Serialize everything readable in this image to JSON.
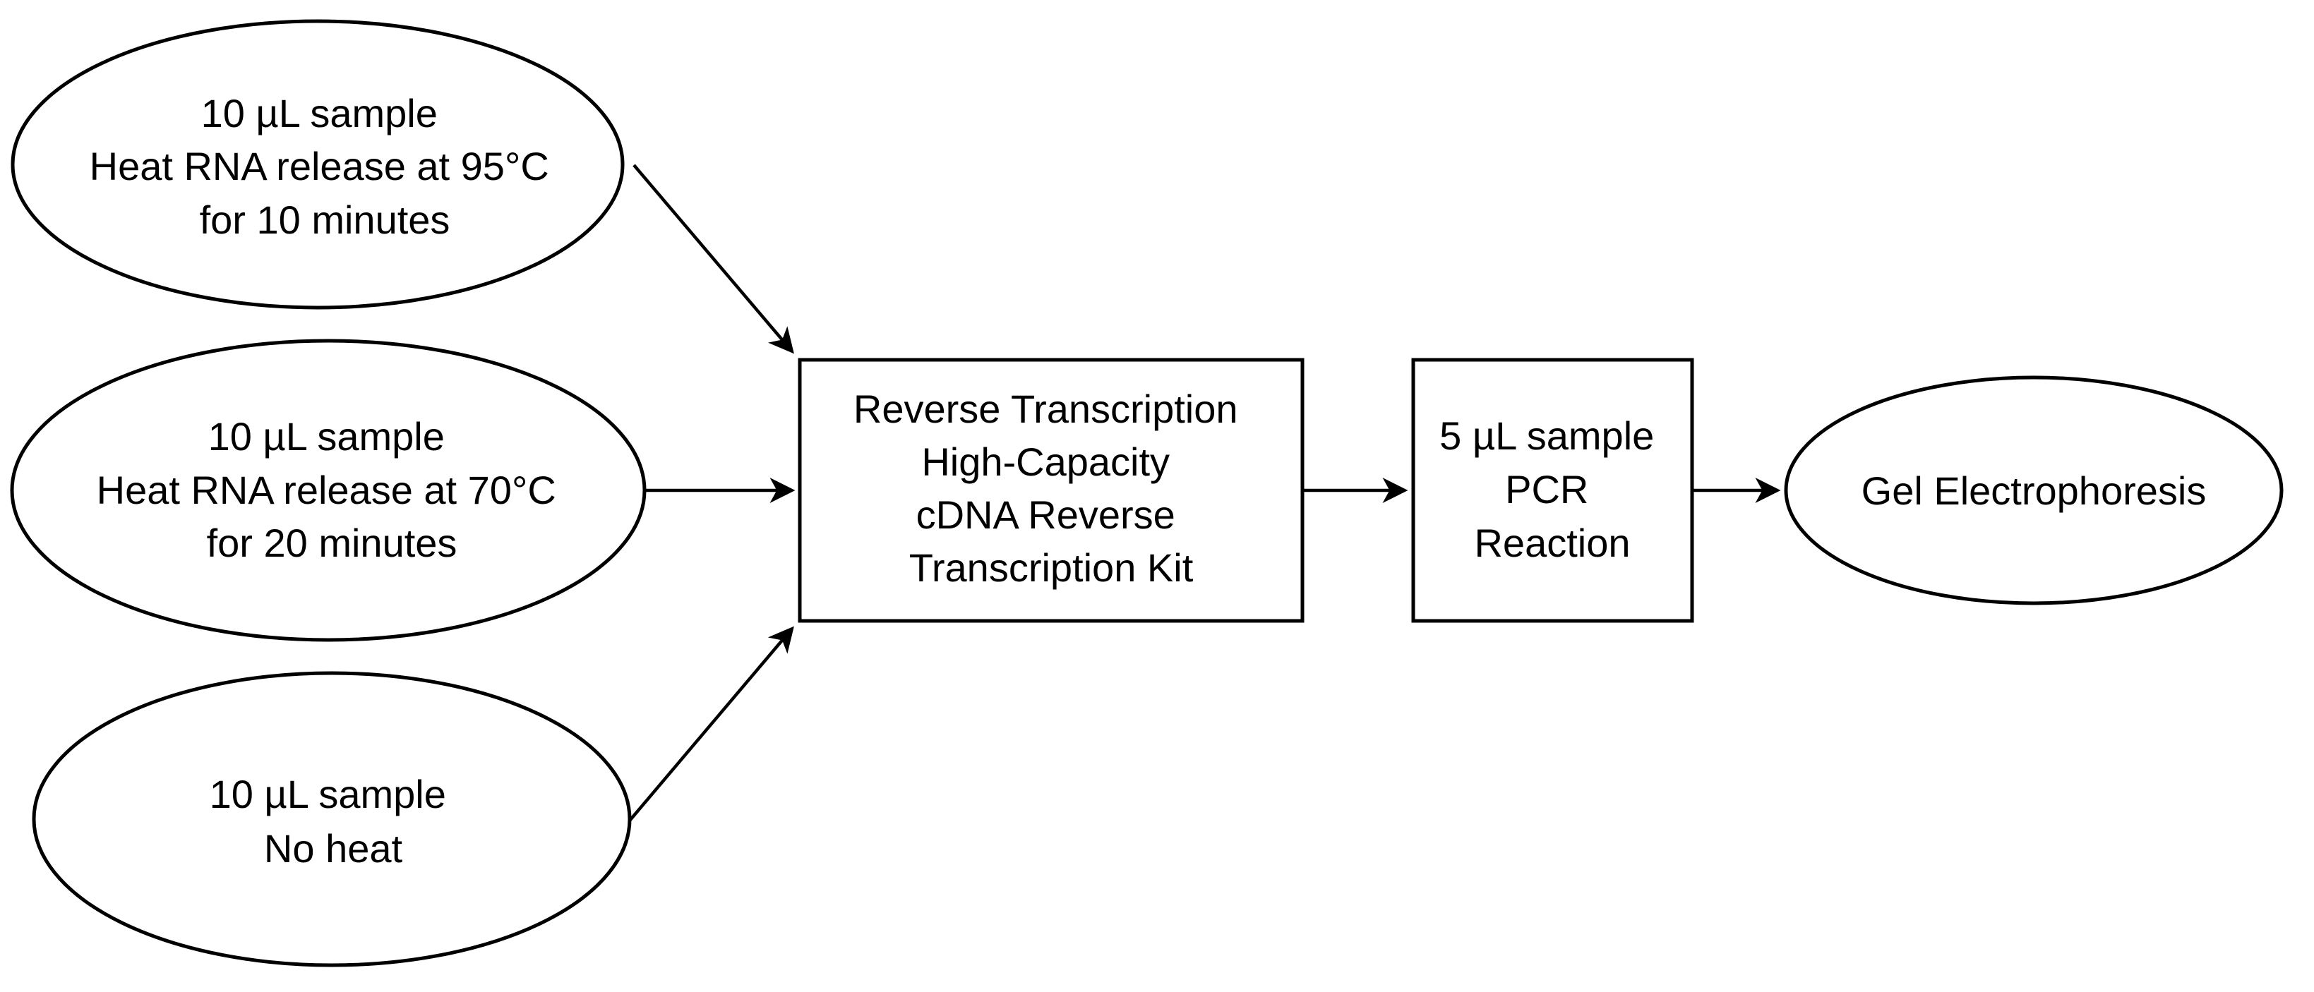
{
  "nodes": {
    "sample_95": {
      "shape": "ellipse",
      "lines": [
        "10 µL sample",
        "Heat RNA release at 95°C",
        "for 10 minutes"
      ]
    },
    "sample_70": {
      "shape": "ellipse",
      "lines": [
        "10 µL sample",
        "Heat RNA release at 70°C",
        "for 20 minutes"
      ]
    },
    "sample_noheat": {
      "shape": "ellipse",
      "lines": [
        "10 µL sample",
        "No heat"
      ]
    },
    "reverse_transcription": {
      "shape": "rectangle",
      "lines": [
        "Reverse Transcription",
        "High-Capacity",
        "cDNA Reverse",
        "Transcription Kit"
      ]
    },
    "pcr": {
      "shape": "rectangle",
      "lines": [
        "5 µL sample",
        "PCR",
        "Reaction"
      ]
    },
    "gel": {
      "shape": "ellipse",
      "lines": [
        "Gel Electrophoresis"
      ]
    }
  },
  "edges": [
    {
      "from": "sample_95",
      "to": "reverse_transcription"
    },
    {
      "from": "sample_70",
      "to": "reverse_transcription"
    },
    {
      "from": "sample_noheat",
      "to": "reverse_transcription"
    },
    {
      "from": "reverse_transcription",
      "to": "pcr"
    },
    {
      "from": "pcr",
      "to": "gel"
    }
  ],
  "colors": {
    "stroke": "#000000",
    "fill": "#ffffff",
    "text": "#000000"
  }
}
